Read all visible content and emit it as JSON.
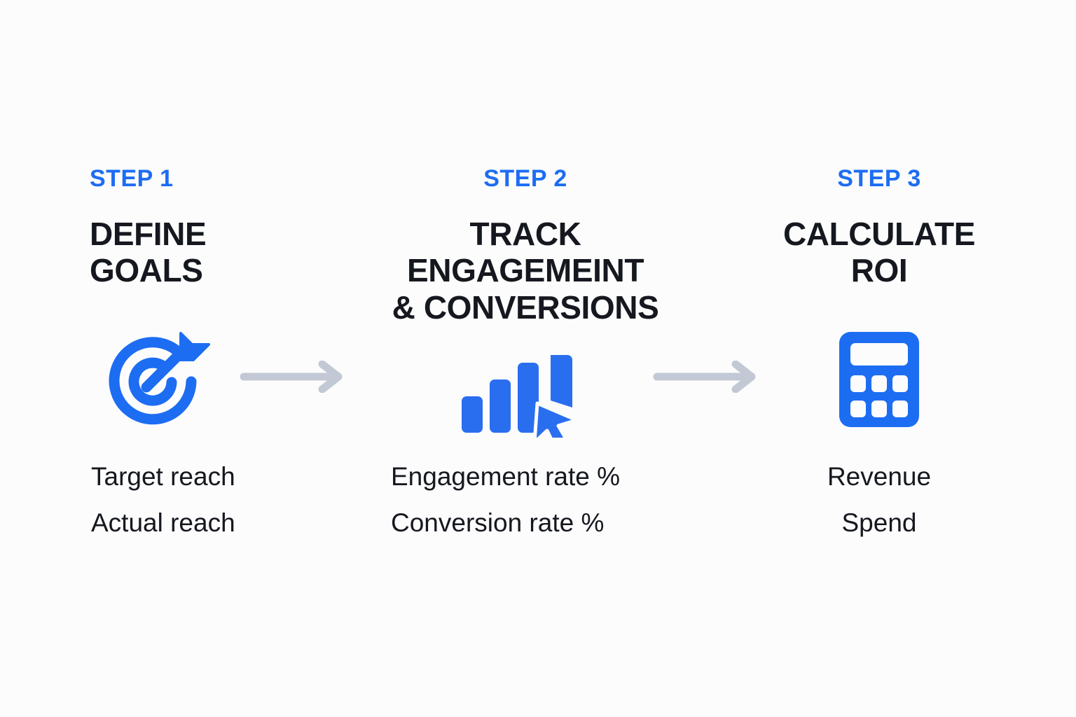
{
  "theme": {
    "background": "#fcfcfd",
    "accent_blue": "#1d6df2",
    "heading_color": "#15181e",
    "arrow_color": "#c3c9d4"
  },
  "steps": [
    {
      "step_label": "STEP 1",
      "heading": "DEFINE\nGOALS",
      "icon": "target-icon",
      "metrics": [
        "Target reach",
        "Actual reach"
      ]
    },
    {
      "step_label": "STEP 2",
      "heading": "TRACK\nENGAGEMEINT\n& CONVERSIONS",
      "icon": "bar-chart-cursor-icon",
      "metrics": [
        "Engagement rate %",
        "Conversion rate %"
      ]
    },
    {
      "step_label": "STEP 3",
      "heading": "CALCULATE\nROI",
      "icon": "calculator-icon",
      "metrics": [
        "Revenue",
        "Spend"
      ]
    }
  ],
  "connectors": [
    {
      "name": "arrow-right-icon"
    },
    {
      "name": "arrow-right-icon"
    }
  ]
}
